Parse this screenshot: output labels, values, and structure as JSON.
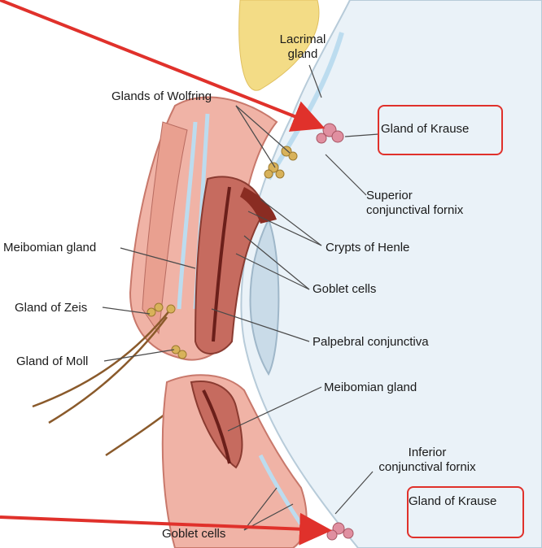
{
  "colors": {
    "arrow": "#e0312b",
    "box": "#e0312b",
    "leader": "#4a4a4a",
    "skin": "#f0b3a6",
    "muscle": "#e9a090",
    "conjunctiva": "#d98a7e",
    "tarsus": "#a9473b",
    "crypt": "#6b1f1a",
    "fat": "#f3dc86",
    "fascia": "#bcdcef",
    "sclera": "#eaf2f8",
    "cornea": "#c9dbe8",
    "gland": "#d8b25a",
    "hair": "#8a5a2b"
  },
  "labels": {
    "lacrimal_gland": "Lacrimal\ngland",
    "glands_of_wolfring": "Glands of Wolfring",
    "gland_of_krause_top": "Gland of Krause",
    "superior_conjunctival_fornix": "Superior\nconjunctival fornix",
    "meibomian_gland_left": "Meibomian gland",
    "crypts_of_henle": "Crypts of Henle",
    "goblet_cells_right": "Goblet cells",
    "gland_of_zeis": "Gland of Zeis",
    "palpebral_conjunctiva": "Palpebral conjunctiva",
    "gland_of_moll": "Gland of Moll",
    "meibomian_gland_lower": "Meibomian gland",
    "inferior_conjunctival_fornix": "Inferior\nconjunctival fornix",
    "gland_of_krause_bottom": "Gland of Krause",
    "goblet_cells_bottom": "Goblet cells"
  },
  "icons": {
    "arrows": "red-arrow-icon",
    "boxes": "highlight-box"
  }
}
